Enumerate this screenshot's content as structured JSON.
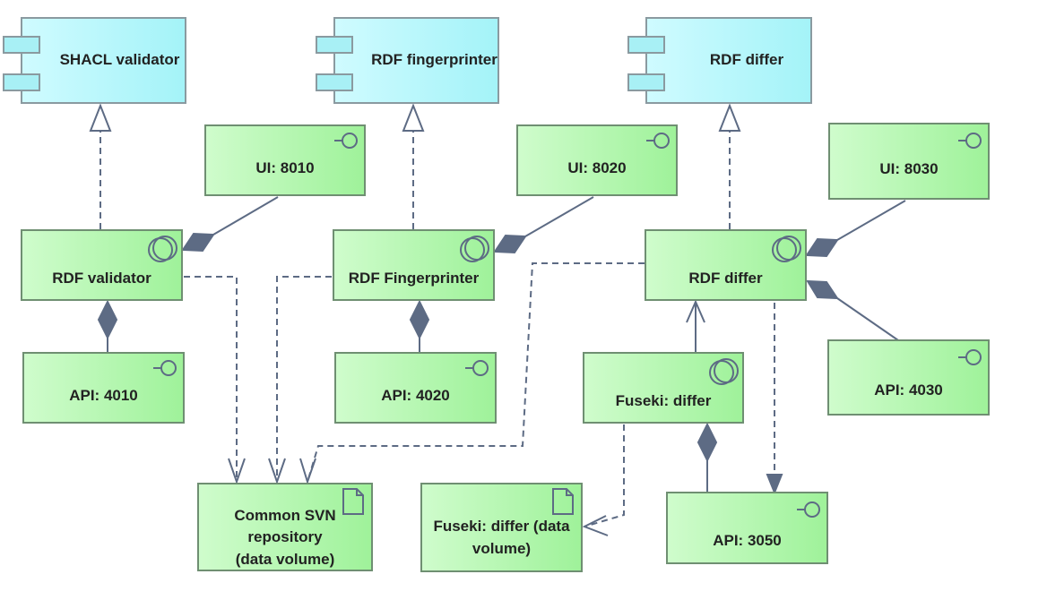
{
  "theme": {
    "component_fill": "#a4f3f8",
    "service_fill": "#9ff29a",
    "line_color": "#5d6b84",
    "border_color": "#6f8f72"
  },
  "components": {
    "shacl": "SHACL validator",
    "fingerprinter": "RDF fingerprinter",
    "differ": "RDF differ"
  },
  "services": {
    "rdf_validator": "RDF validator",
    "rdf_fingerprinter": "RDF Fingerprinter",
    "rdf_differ": "RDF differ",
    "fuseki_differ": "Fuseki: differ"
  },
  "interfaces": {
    "ui_8010": "UI: 8010",
    "ui_8020": "UI: 8020",
    "ui_8030": "UI: 8030",
    "api_4010": "API: 4010",
    "api_4020": "API: 4020",
    "api_4030": "API: 4030",
    "api_3050": "API: 3050"
  },
  "artifacts": {
    "common_svn": "Common SVN repository\n(data volume)",
    "fuseki_data": "Fuseki: differ (data\nvolume)"
  },
  "icons": {
    "component": "component-icon",
    "interface": "interface-icon",
    "service": "service-icon",
    "artifact": "artifact-icon"
  }
}
